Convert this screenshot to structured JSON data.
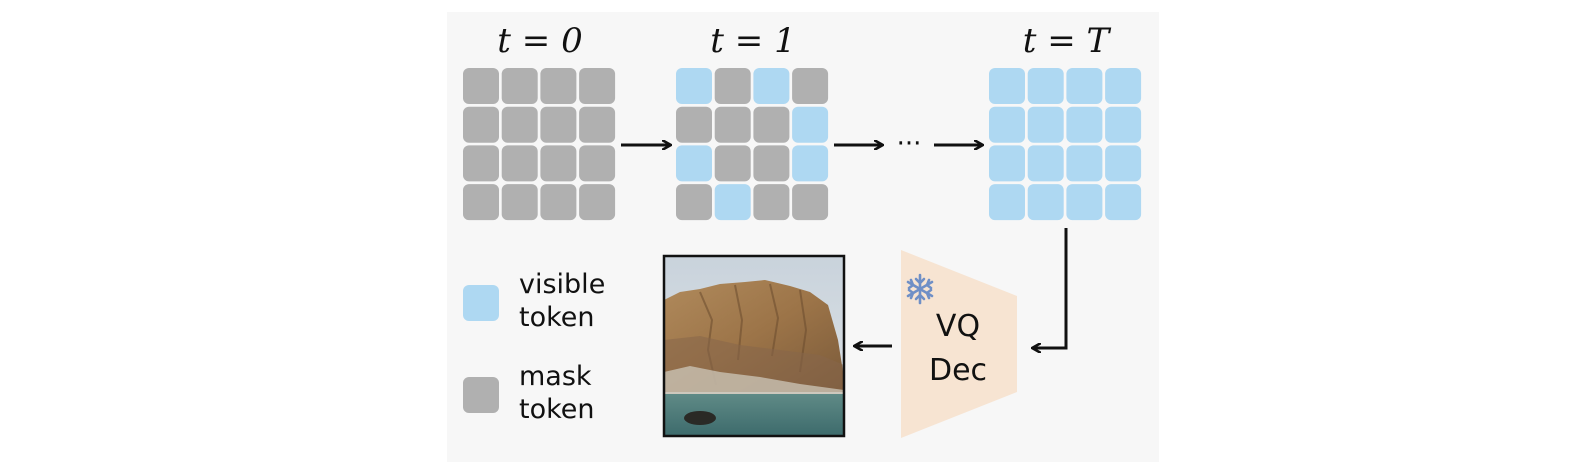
{
  "colors": {
    "visible": "#aed8f2",
    "mask": "#b0b0b0",
    "decoder": "#f7e4d2",
    "snowflake": "#6f8fc6",
    "arrow": "#111111"
  },
  "steps": [
    {
      "label": "t = 0",
      "grid": [
        [
          0,
          0,
          0,
          0
        ],
        [
          0,
          0,
          0,
          0
        ],
        [
          0,
          0,
          0,
          0
        ],
        [
          0,
          0,
          0,
          0
        ]
      ]
    },
    {
      "label": "t = 1",
      "grid": [
        [
          1,
          0,
          1,
          0
        ],
        [
          0,
          0,
          0,
          1
        ],
        [
          1,
          0,
          0,
          1
        ],
        [
          0,
          1,
          0,
          0
        ]
      ]
    },
    {
      "label": "t = T",
      "grid": [
        [
          1,
          1,
          1,
          1
        ],
        [
          1,
          1,
          1,
          1
        ],
        [
          1,
          1,
          1,
          1
        ],
        [
          1,
          1,
          1,
          1
        ]
      ]
    }
  ],
  "ellipsis": "···",
  "legend": {
    "visible": {
      "line1": "visible",
      "line2": "token"
    },
    "mask": {
      "line1": "mask",
      "line2": "token"
    }
  },
  "decoder": {
    "line1": "VQ",
    "line2": "Dec",
    "icon": "snowflake-icon"
  },
  "output_image": {
    "icon": "coastal-cliff-image"
  }
}
